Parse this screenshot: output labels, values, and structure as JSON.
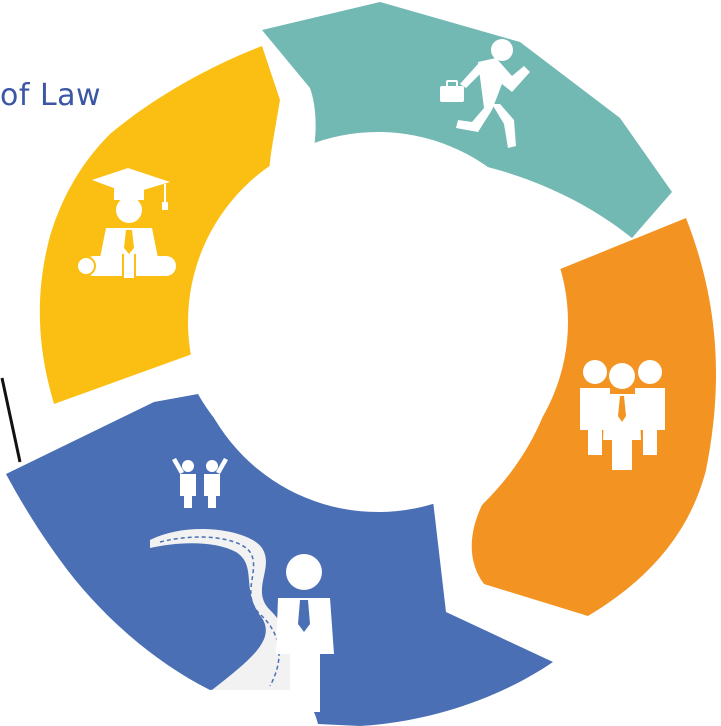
{
  "title_fragment": "of Law",
  "colors": {
    "title": "#3a56a5",
    "segment_teal": "#72b8b3",
    "segment_orange": "#f39321",
    "segment_blue": "#4a6fb5",
    "segment_yellow": "#fbbf14",
    "icon_fill": "#ffffff",
    "road_fill": "#f2f2f2",
    "connector_line": "#111111"
  },
  "segments": [
    {
      "id": "teal",
      "icon": "running-businessman-icon"
    },
    {
      "id": "orange",
      "icon": "team-of-three-icon"
    },
    {
      "id": "blue",
      "icon": "career-road-icon"
    },
    {
      "id": "yellow",
      "icon": "graduate-icon"
    }
  ]
}
